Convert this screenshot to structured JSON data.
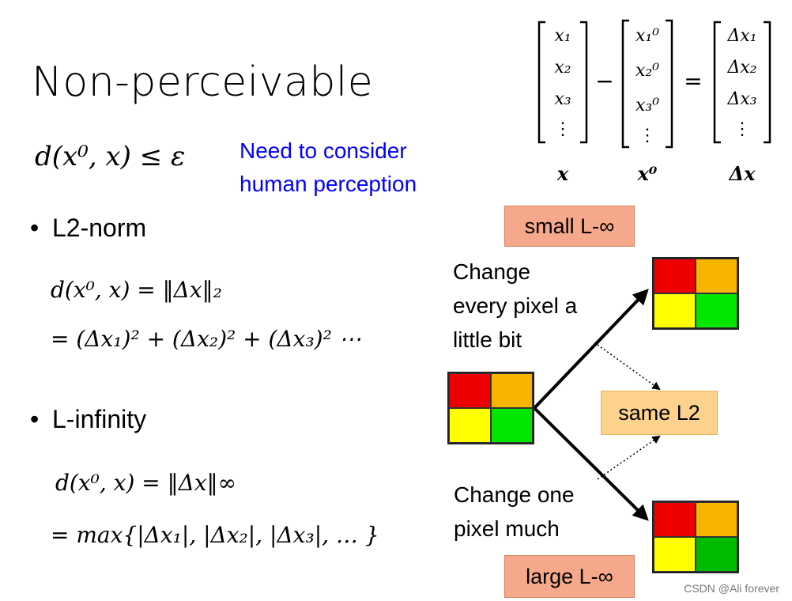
{
  "title": "Non-perceivable",
  "note": {
    "line1": "Need to consider",
    "line2": "human perception"
  },
  "distance_formula": "d(x⁰, x) ≤ ε",
  "bullets": [
    {
      "label": "L2-norm"
    },
    {
      "label": "L-infinity"
    }
  ],
  "l2": {
    "line1": "d(x⁰, x) = ‖Δx‖₂",
    "line2": "= (Δx₁)² + (Δx₂)² + (Δx₃)² ⋯"
  },
  "linf": {
    "line1": "d(x⁰, x) = ‖Δx‖∞",
    "line2": "= max{|Δx₁|, |Δx₂|, |Δx₃|, … }"
  },
  "matrix": {
    "x_entries": [
      "x₁",
      "x₂",
      "x₃",
      "⋮"
    ],
    "x0_entries": [
      "x₁⁰",
      "x₂⁰",
      "x₃⁰",
      "⋮"
    ],
    "dx_entries": [
      "Δx₁",
      "Δx₂",
      "Δx₃",
      "⋮"
    ],
    "minus": "−",
    "equals": "=",
    "labels": [
      "x",
      "x⁰",
      "Δx"
    ]
  },
  "boxes": {
    "small": "small L-∞",
    "same": "same L2",
    "large": "large L-∞"
  },
  "callouts": {
    "top": [
      "Change",
      "every pixel a",
      "little bit"
    ],
    "bottom": [
      "Change one",
      "pixel much"
    ]
  },
  "colors": {
    "red": "#ee0000",
    "orange": "#f7b500",
    "yellow": "#ffff00",
    "green": "#00e600",
    "dark_green": "#00bb00",
    "note_blue": "#0000ff",
    "salmon": "#f6a98a",
    "light_orange": "#fdd28c"
  },
  "watermark": "CSDN @Ali forever"
}
